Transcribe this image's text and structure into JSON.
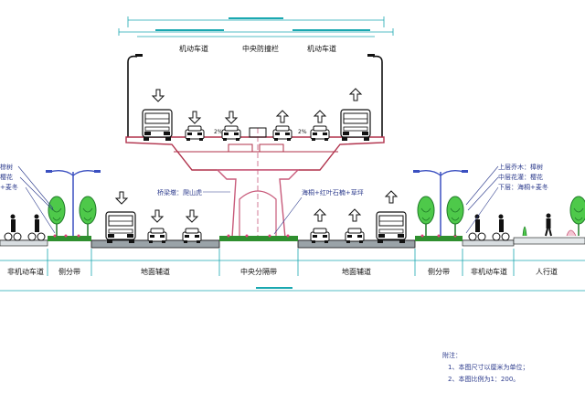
{
  "labels": {
    "deck_motor_left": "机动车道",
    "deck_center": "中央防撞栏",
    "deck_motor_right": "机动车道",
    "pier_label": "桥梁墩：爬山虎",
    "median_plants": "海桐+红叶石楠+草坪",
    "left_plant_1": "棕树",
    "left_plant_2": "樱花",
    "left_plant_3": "+麦冬",
    "right_plant_1": "上层乔木：樟树",
    "right_plant_2": "中层花灌：樱花",
    "right_plant_3": "下层：海桐+麦冬",
    "slope_left": "2%",
    "slope_right": "2%"
  },
  "zones": [
    {
      "key": "left_bike",
      "label": "非机动车道"
    },
    {
      "key": "left_side_strip",
      "label": "侧分带"
    },
    {
      "key": "left_ground",
      "label": "地面辅道"
    },
    {
      "key": "center_median",
      "label": "中央分隔带"
    },
    {
      "key": "right_ground",
      "label": "地面辅道"
    },
    {
      "key": "right_side_strip",
      "label": "侧分带"
    },
    {
      "key": "right_bike",
      "label": "非机动车道"
    },
    {
      "key": "sidewalk",
      "label": "人行道"
    }
  ],
  "notes": {
    "title": "附注：",
    "line1": "1、本图尺寸以厘米为单位；",
    "line2": "2、本图比例为1：200。"
  },
  "colors": {
    "line": "#2b3a8c",
    "dim": "#1aa8b0",
    "bridge": "#b0304a",
    "pier": "#c85a7a",
    "tree": "#4ec94a",
    "tree_stroke": "#1f7a28",
    "road": "#9aa3a8",
    "lamp": "#3a4fc0",
    "hedge": "#2f8f2f",
    "flower": "#e0407a"
  },
  "icons": [
    "bus-icon",
    "car-icon",
    "arrow-up-icon",
    "arrow-down-icon",
    "tree-icon",
    "street-lamp-icon",
    "cyclist-icon",
    "pedestrian-icon"
  ]
}
